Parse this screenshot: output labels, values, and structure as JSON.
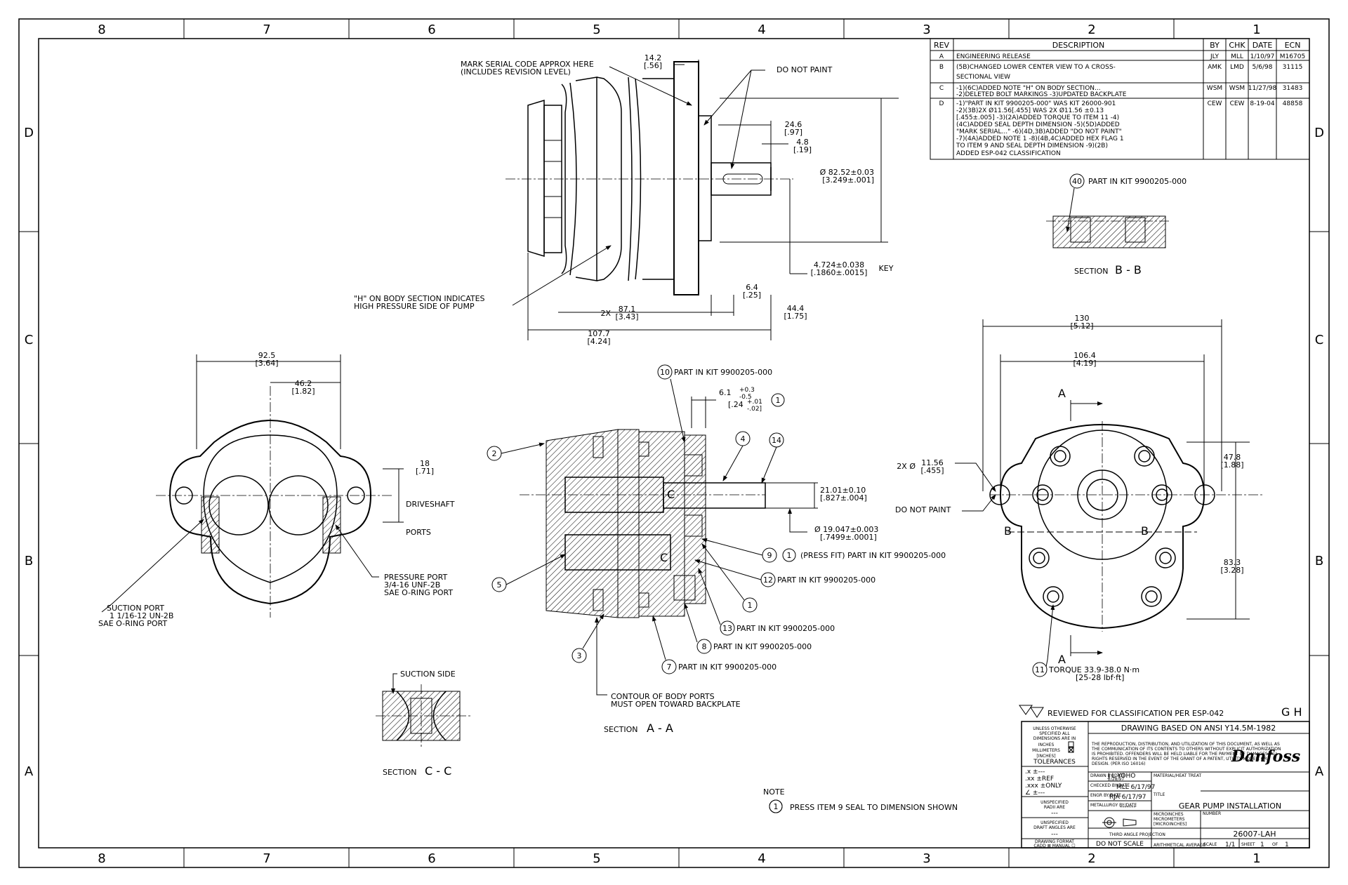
{
  "border": {
    "columns": [
      "8",
      "7",
      "6",
      "5",
      "4",
      "3",
      "2",
      "1"
    ],
    "rows": [
      "D",
      "C",
      "B",
      "A"
    ]
  },
  "revision_table": {
    "headers": [
      "REV",
      "DESCRIPTION",
      "BY",
      "CHK",
      "DATE",
      "ECN"
    ],
    "rows": [
      {
        "rev": "A",
        "desc": [
          "ENGINEERING RELEASE"
        ],
        "by": "JLY",
        "chk": "MLL",
        "date": "1/10/97",
        "ecn": "M16705"
      },
      {
        "rev": "B",
        "desc": [
          "(5B)CHANGED LOWER CENTER VIEW TO A CROSS-",
          "SECTIONAL VIEW"
        ],
        "by": "AMK",
        "chk": "LMD",
        "date": "5/6/98",
        "ecn": "31115"
      },
      {
        "rev": "C",
        "desc": [
          "-1)(6C)ADDED NOTE \"H\" ON BODY SECTION...",
          "-2)DELETED BOLT MARKINGS -3)UPDATED BACKPLATE"
        ],
        "by": "WSM",
        "chk": "WSM",
        "date": "11/27/98",
        "ecn": "31483"
      },
      {
        "rev": "D",
        "desc": [
          "-1)\"PART IN KIT 9900205-000\" WAS KIT 26000-901",
          "-2)(3B)2X Ø11.56[.455] WAS 2X Ø11.56 ±0.13",
          "[.455±.005] -3)(2A)ADDED TORQUE TO ITEM 11 -4)",
          "(4C)ADDED SEAL DEPTH DIMENSION -5)(5D)ADDED",
          "\"MARK SERIAL...\" -6)(4D,3B)ADDED \"DO NOT PAINT\"",
          "-7)(4A)ADDED NOTE 1 -8)(4B,4C)ADDED HEX FLAG 1",
          "TO ITEM 9 AND SEAL DEPTH DIMENSION -9)(2B)",
          "ADDED ESP-042 CLASSIFICATION"
        ],
        "by": "CEW",
        "chk": "CEW",
        "date": "8-19-04",
        "ecn": "48858"
      }
    ]
  },
  "top_view": {
    "mark_serial": [
      "MARK SERIAL CODE APPROX HERE",
      "(INCLUDES REVISION LEVEL)"
    ],
    "do_not_paint": "DO NOT PAINT",
    "h_note": [
      "\"H\" ON BODY SECTION INDICATES",
      "HIGH PRESSURE SIDE OF PUMP"
    ],
    "dims": {
      "d14_2": [
        "14.2",
        "[.56]"
      ],
      "d24_6": [
        "24.6",
        "[.97]"
      ],
      "d4_8": [
        "4.8",
        "[.19]"
      ],
      "d82_52": [
        "Ø 82.52±0.03",
        "[3.249±.001]"
      ],
      "d4_724": [
        "4.724±0.038",
        "[.1860±.0015]"
      ],
      "key": "KEY",
      "d6_4": [
        "6.4",
        "[.25]"
      ],
      "d87_1_prefix": "2X",
      "d87_1": [
        "87.1",
        "[3.43]"
      ],
      "d44_4": [
        "44.4",
        "[1.75]"
      ],
      "d107_7": [
        "107.7",
        "[4.24]"
      ]
    }
  },
  "left_view": {
    "d92_5": [
      "92.5",
      "[3.64]"
    ],
    "d46_2": [
      "46.2",
      "[1.82]"
    ],
    "d18": [
      "18",
      "[.71]"
    ],
    "driveshaft": "DRIVESHAFT",
    "ports": "PORTS",
    "pressure_port": [
      "PRESSURE PORT",
      "3/4-16 UNF-2B",
      "SAE O-RING PORT"
    ],
    "suction_port": [
      "SUCTION PORT",
      "1 1/16-12 UN-2B",
      "SAE O-RING PORT"
    ]
  },
  "section_aa": {
    "title_prefix": "SECTION",
    "title_letters": "A - A",
    "callouts": [
      "10",
      "2",
      "4",
      "14",
      "1",
      "9",
      "12",
      "5",
      "13",
      "8",
      "3",
      "7",
      "1"
    ],
    "labels": {
      "c10": "PART IN KIT 9900205-000",
      "c9": "(PRESS FIT) PART IN KIT 9900205-000",
      "c12": "PART IN KIT 9900205-000",
      "c13": "PART IN KIT 9900205-000",
      "c8": "PART IN KIT 9900205-000",
      "c7": "PART IN KIT 9900205-000"
    },
    "d6_1": [
      "6.1",
      "+0.3",
      "-0.5"
    ],
    "d6_1_in": [
      "[.24",
      "+.01",
      "-.02]"
    ],
    "d21_01": [
      "21.01±0.10",
      "[.827±.004]"
    ],
    "d19_047": [
      "Ø 19.047±0.003",
      "[.7499±.0001]"
    ],
    "contour": [
      "CONTOUR OF BODY PORTS",
      "MUST OPEN TOWARD BACKPLATE"
    ],
    "c_label": "C",
    "do_not_paint": "DO NOT PAINT"
  },
  "section_bb": {
    "callout": "40",
    "label": "PART IN KIT 9900205-000",
    "title_prefix": "SECTION",
    "title_letters": "B - B"
  },
  "section_cc": {
    "suction_side": "SUCTION SIDE",
    "title_prefix": "SECTION",
    "title_letters": "C - C"
  },
  "right_view": {
    "d130": [
      "130",
      "[5.12]"
    ],
    "d106_4": [
      "106.4",
      "[4.19]"
    ],
    "d11_56_prefix": "2X Ø",
    "d11_56": [
      "11.56",
      "[.455]"
    ],
    "d47_8": [
      "47.8",
      "[1.88]"
    ],
    "d83_3": [
      "83.3",
      "[3.28]"
    ],
    "a_label": "A",
    "b_label": "B",
    "callout": "11",
    "torque": [
      "TORQUE 33.9-38.0 N·m",
      "[25-28 lbf·ft]"
    ]
  },
  "note": {
    "heading": "NOTE",
    "callout": "1",
    "text": "PRESS ITEM 9 SEAL TO DIMENSION SHOWN"
  },
  "title_block": {
    "classification": "REVIEWED FOR CLASSIFICATION PER ESP-042",
    "gh": "G H",
    "ansi": "DRAWING BASED ON ANSI Y14.5M-1982",
    "unless": [
      "UNLESS OTHERWISE",
      "SPECIFIED ALL",
      "DIMENSIONS ARE IN",
      "INCHES",
      "MILLIMETERS",
      "[INCHES]"
    ],
    "tolerances": "TOLERANCES",
    "tol_rows": [
      ".x ±---",
      ".xx ±REF",
      ".xxx ±ONLY",
      "∠ ±---"
    ],
    "legal": [
      "THE REPRODUCTION, DISTRIBUTION, AND UTILIZATION OF THIS DOCUMENT, AS WELL AS",
      "THE COMMUNICATION OF ITS CONTENTS TO OTHERS WITHOUT EXPLICIT AUTHORIZATION",
      "IS PROHIBITED. OFFENDERS WILL BE HELD LIABLE FOR THE PAYMENT OF DAMAGES. ALL",
      "RIGHTS RESERVED IN THE EVENT OF THE GRANT OF A PATENT, UTILITY MODEL, OR",
      "DESIGN. (PER ISO 16016)"
    ],
    "logo": "Danfoss",
    "drawn": [
      "DRAWN BY/DATE",
      "J L YOHO",
      "2/28/97"
    ],
    "checked": [
      "CHECKED BY/DATE",
      "MLL 6/17/97"
    ],
    "engr": [
      "ENGR BY/DATE",
      "RJA 6/17/97"
    ],
    "metallurgy": [
      "METALLURGY BY/DATE",
      "-------"
    ],
    "material": "MATERIAL/HEAT TREAT",
    "title_label": "TITLE",
    "title": "GEAR PUMP INSTALLATION",
    "radii": [
      "UNSPECIFIED",
      "RADII ARE",
      "---"
    ],
    "draft": [
      "UNSPECIFIED",
      "DRAFT ANGLES ARE",
      "---"
    ],
    "projection": "THIRD ANGLE PROJECTION",
    "micro": [
      "MICROINCHES",
      "MICROMETERS",
      "[MICROINCHES]"
    ],
    "number_label": "NUMBER",
    "number": "26007-LAH",
    "drawing_format": [
      "DRAWING FORMAT",
      "CADD ⊠ MANUAL ☐"
    ],
    "do_not_scale": "DO NOT SCALE",
    "arith": "ARITHMETICAL AVERAGE",
    "scale_label": "SCALE",
    "scale": "1/1",
    "sheet_label": "SHEET",
    "sheet": "1",
    "of_label": "OF",
    "of": "1"
  }
}
